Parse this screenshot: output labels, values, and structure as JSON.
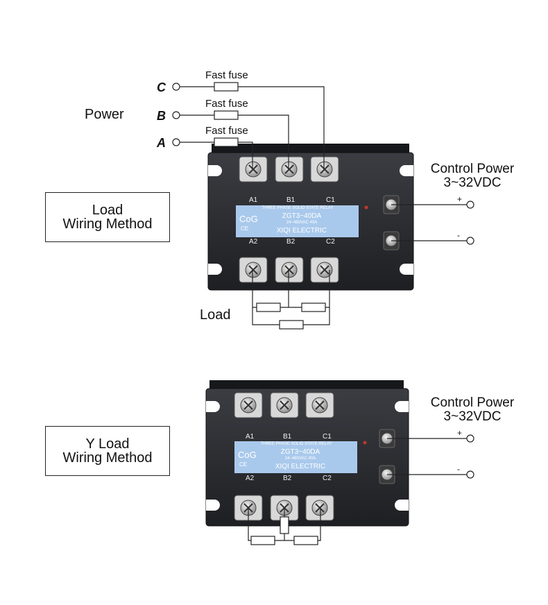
{
  "top": {
    "power_label": "Power",
    "phases": [
      "C",
      "B",
      "A"
    ],
    "fuse_label": "Fast fuse",
    "load_box": [
      "Load",
      "Wiring Method"
    ],
    "control_power": [
      "Control Power",
      "3~32VDC"
    ],
    "plus": "+",
    "minus": "-",
    "load_label": "Load"
  },
  "bottom": {
    "load_box": [
      "Y Load",
      "Wiring Method"
    ],
    "control_power": [
      "Control Power",
      "3~32VDC"
    ],
    "plus": "+",
    "minus": "-"
  },
  "relay": {
    "top_terminals": [
      "A1",
      "B1",
      "C1"
    ],
    "bottom_terminals": [
      "A2",
      "B2",
      "C2"
    ],
    "header": "THREE PHASE SOLID STATE RELAY",
    "model": "ZGT3~40DA",
    "rating": "24~480VAC 40A",
    "maker": "XIQI ELECTRIC",
    "logo": "CoG",
    "ce": "CE"
  },
  "colors": {
    "label_panel": "#a9c9ec",
    "body": "#2c2e33",
    "wire": "#222222"
  }
}
